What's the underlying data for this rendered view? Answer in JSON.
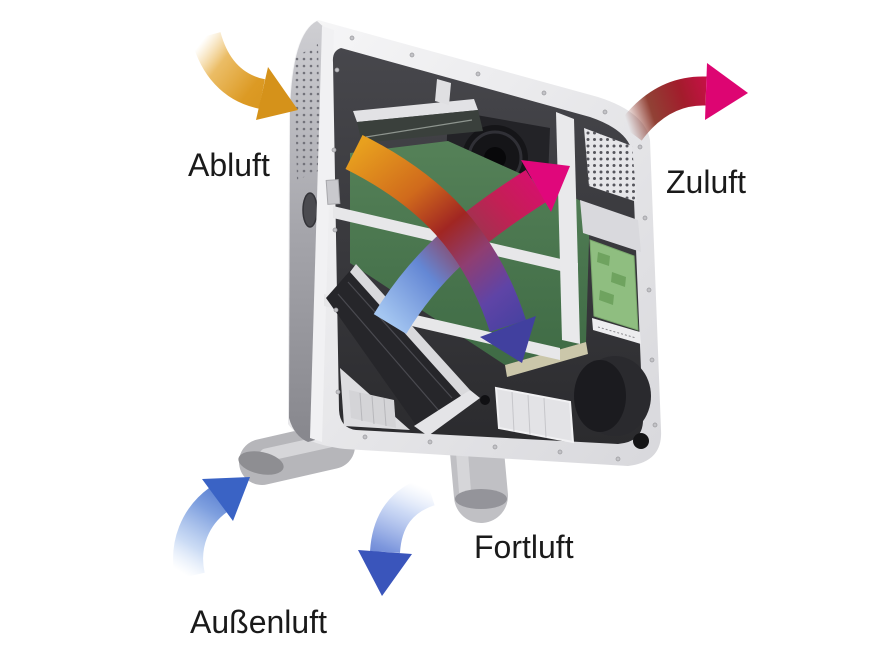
{
  "labels": {
    "abluft": "Abluft",
    "zuluft": "Zuluft",
    "aussenluft": "Außenluft",
    "fortluft": "Fortluft"
  },
  "arrows": {
    "abluft": {
      "label": "Abluft",
      "color": "#D5921A",
      "position": "top-left",
      "direction": "into-unit"
    },
    "zuluft": {
      "label": "Zuluft",
      "color": "#DD0572",
      "position": "top-right",
      "direction": "out-of-unit"
    },
    "aussenluft": {
      "label": "Außenluft",
      "color": "#3A63C5",
      "position": "bottom-left",
      "direction": "into-unit"
    },
    "fortluft": {
      "label": "Fortluft",
      "color": "#3A55BB",
      "position": "bottom-center",
      "direction": "out-of-unit"
    }
  },
  "crossflow_arrows": {
    "warm_to_exhaust": [
      "#E8A01E",
      "#A12622",
      "#41409F"
    ],
    "fresh_to_supply": [
      "#A4C6F1",
      "#96384E",
      "#E0077B"
    ]
  },
  "colors": {
    "casing": "#ECECEE",
    "casing_side": "#9A9AA0",
    "interior": "#39393D",
    "heat_exchanger": "#4E7D53",
    "pcb_module": "#8FBE80",
    "background": "#FFFFFF"
  }
}
